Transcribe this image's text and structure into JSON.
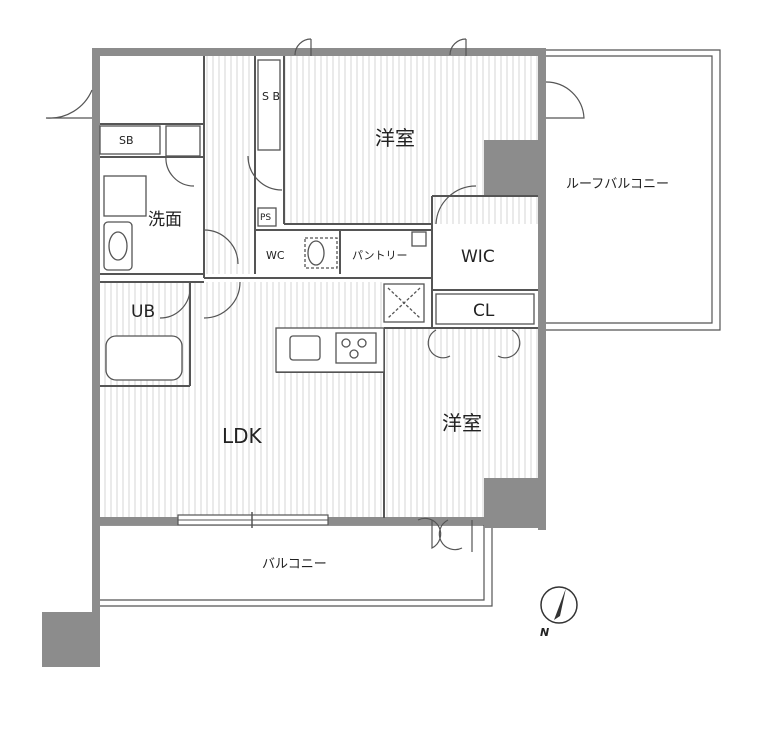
{
  "rooms": {
    "western_north": "洋室",
    "western_south": "洋室",
    "ldk": "LDK",
    "washroom": "洗面",
    "unit_bath": "UB",
    "wc": "WC",
    "pantry": "パントリー",
    "wic": "WIC",
    "closet": "CL",
    "shoe_box": "SB",
    "storage": "S B",
    "pipe_space": "PS",
    "roof_balcony": "ルーフバルコニー",
    "balcony": "バルコニー"
  },
  "compass": {
    "label": "N",
    "icon": "north-arrow-icon"
  },
  "colors": {
    "wall": "#8c8c8c",
    "hatch": "#cfcfcf",
    "line": "#555555"
  }
}
